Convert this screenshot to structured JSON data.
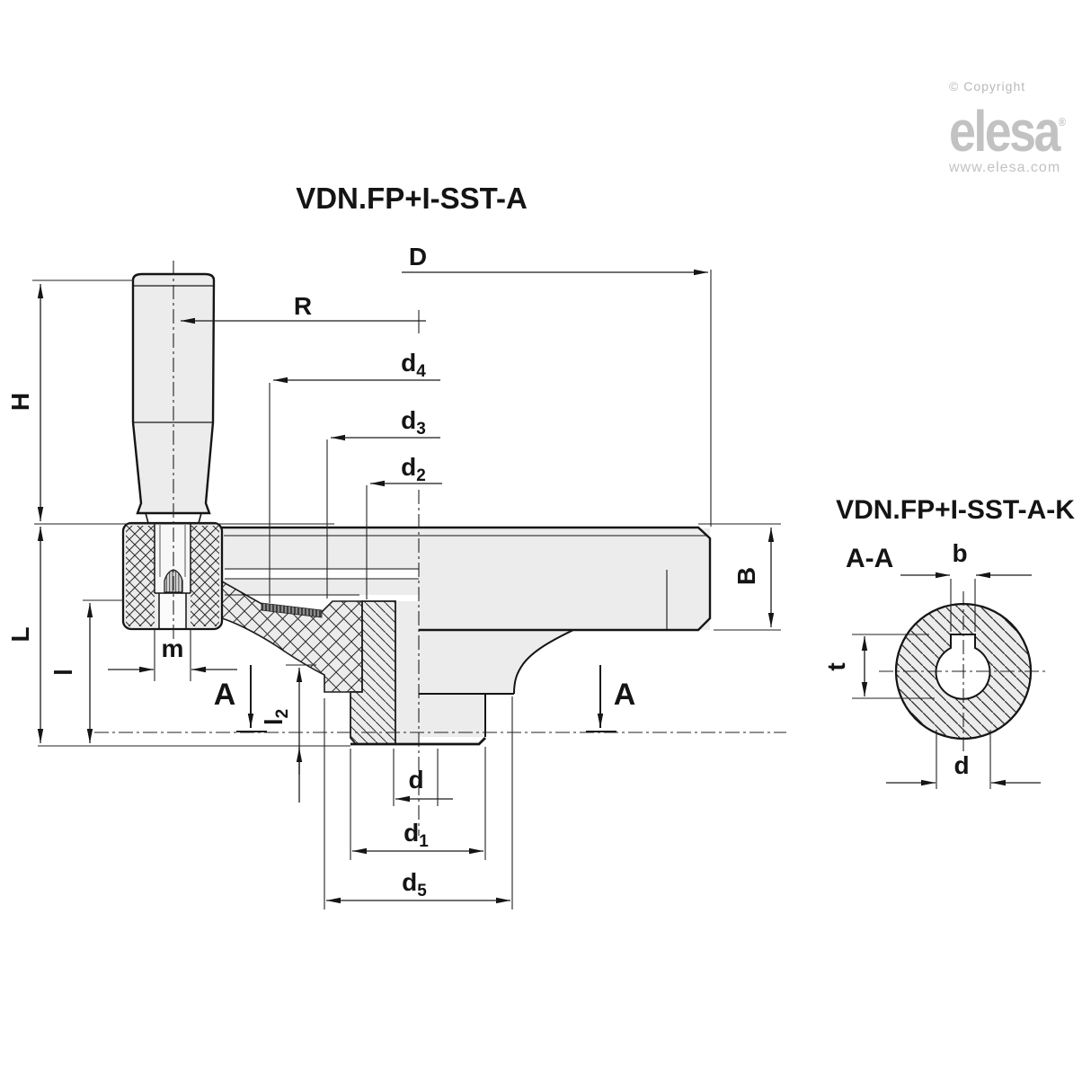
{
  "colors": {
    "background": "#ffffff",
    "line": "#151515",
    "fill_light": "#ececec",
    "logo_gray": "#c2c2c2"
  },
  "logo": {
    "copyright": "© Copyright",
    "brand": "elesa",
    "registered": "®",
    "website": "www.elesa.com"
  },
  "main_view": {
    "title": "VDN.FP+I-SST-A",
    "dims": {
      "D": "D",
      "R": "R",
      "H": "H",
      "L": "L",
      "l": "l",
      "m": "m",
      "B": "B",
      "A_left": "A",
      "A_right": "A",
      "d": "d",
      "d4": {
        "base": "d",
        "sub": "4"
      },
      "d3": {
        "base": "d",
        "sub": "3"
      },
      "d2": {
        "base": "d",
        "sub": "2"
      },
      "d1": {
        "base": "d",
        "sub": "1"
      },
      "d5": {
        "base": "d",
        "sub": "5"
      },
      "l2": {
        "base": "l",
        "sub": "2"
      }
    }
  },
  "section_view": {
    "title": "VDN.FP+I-SST-A-K",
    "label": "A-A",
    "dims": {
      "b": "b",
      "t": "t",
      "d": "d"
    }
  }
}
